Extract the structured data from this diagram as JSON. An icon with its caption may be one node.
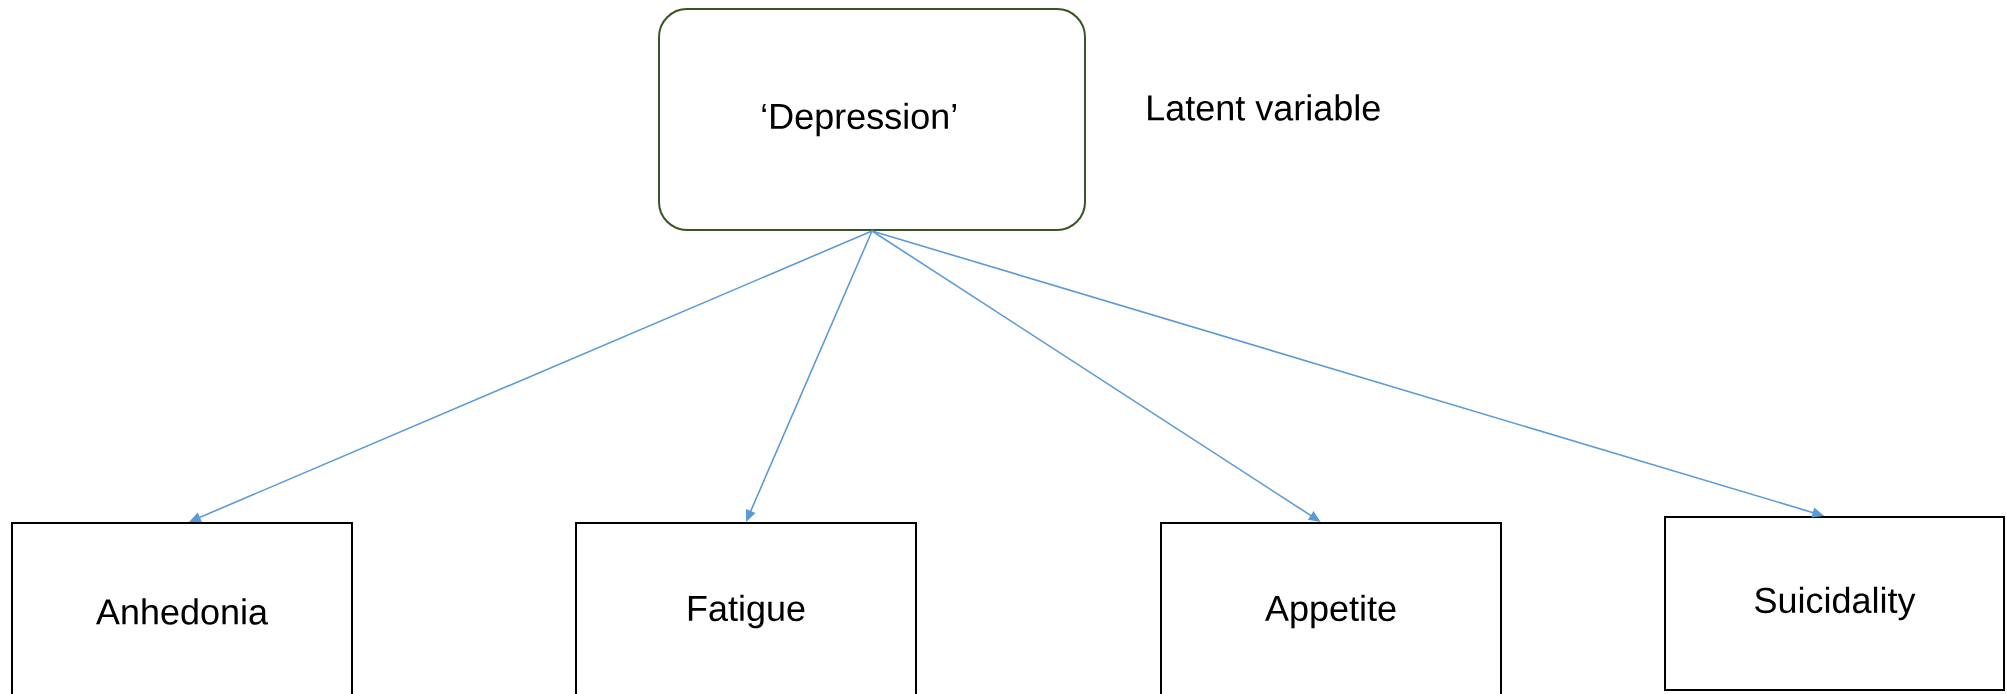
{
  "diagram": {
    "nodes": [
      {
        "text": [
          "‘Depression’"
        ],
        "beside": [
          "Latent variable"
        ]
      },
      {
        "text": [
          "Anhedonia"
        ]
      },
      {
        "text": [
          "Fatigue"
        ]
      },
      {
        "text": [
          "Appetite"
        ]
      },
      {
        "text": [
          "Suicidality"
        ]
      }
    ],
    "edges": [
      {
        "from": 0,
        "to": 1,
        "arrow": "to"
      },
      {
        "from": 0,
        "to": 2,
        "arrow": "to"
      },
      {
        "from": 0,
        "to": 3,
        "arrow": "to"
      },
      {
        "from": 0,
        "to": 4,
        "arrow": "to"
      }
    ]
  }
}
